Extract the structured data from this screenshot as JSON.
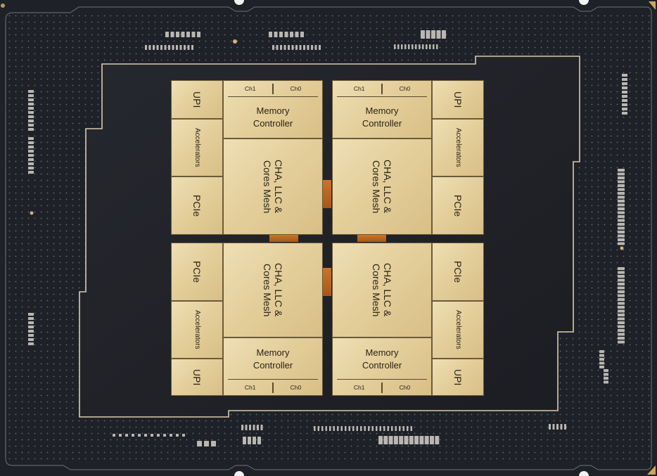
{
  "title": "Processor die layout",
  "colors": {
    "tile": "#e4cf9c",
    "substrate": "#1f2129",
    "bridge": "#c26d24",
    "outline": "#d9ccaa"
  },
  "quadrants": [
    {
      "id": "top-left",
      "upi": "UPI",
      "accelerators": "Accelerators",
      "pcie": "PCIe",
      "memory_controller": "Memory Controller",
      "ch1": "Ch1",
      "ch0": "Ch0",
      "mesh": "CHA, LLC & Cores Mesh"
    },
    {
      "id": "top-right",
      "upi": "UPI",
      "accelerators": "Accelerators",
      "pcie": "PCIe",
      "memory_controller": "Memory Controller",
      "ch1": "Ch1",
      "ch0": "Ch0",
      "mesh": "CHA, LLC & Cores Mesh"
    },
    {
      "id": "bottom-left",
      "upi": "UPI",
      "accelerators": "Accelerators",
      "pcie": "PCIe",
      "memory_controller": "Memory Controller",
      "ch1": "Ch1",
      "ch0": "Ch0",
      "mesh": "CHA, LLC & Cores Mesh"
    },
    {
      "id": "bottom-right",
      "upi": "UPI",
      "accelerators": "Accelerators",
      "pcie": "PCIe",
      "memory_controller": "Memory Controller",
      "ch1": "Ch1",
      "ch0": "Ch0",
      "mesh": "CHA, LLC & Cores Mesh"
    }
  ]
}
